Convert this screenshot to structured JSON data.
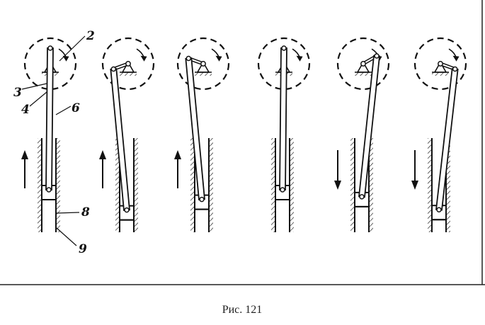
{
  "figure": {
    "caption": "Рис. 121",
    "part_labels": {
      "crank_pin": "2",
      "crank": "3",
      "joint": "4",
      "rod": "6",
      "piston": "8",
      "cylinder": "9"
    },
    "stages": [
      {
        "crank_angle_deg": 270,
        "direction": "up"
      },
      {
        "crank_angle_deg": 160,
        "direction": "up"
      },
      {
        "crank_angle_deg": 200,
        "direction": "up"
      },
      {
        "crank_angle_deg": 270,
        "direction": "none"
      },
      {
        "crank_angle_deg": 330,
        "direction": "down"
      },
      {
        "crank_angle_deg": 20,
        "direction": "down"
      }
    ]
  }
}
